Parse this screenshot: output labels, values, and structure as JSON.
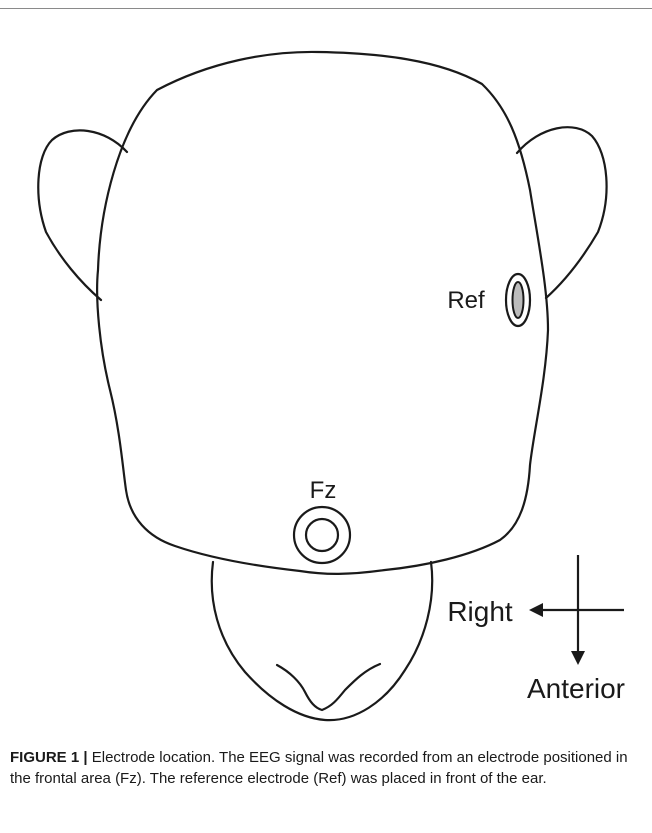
{
  "figure": {
    "labels": {
      "ref": "Ref",
      "fz": "Fz",
      "right": "Right",
      "anterior": "Anterior"
    }
  },
  "caption": {
    "label": "FIGURE 1",
    "separator": "|",
    "text": "Electrode location. The EEG signal was recorded from an electrode positioned in the frontal area (Fz). The reference electrode (Ref) was placed in front of the ear."
  }
}
